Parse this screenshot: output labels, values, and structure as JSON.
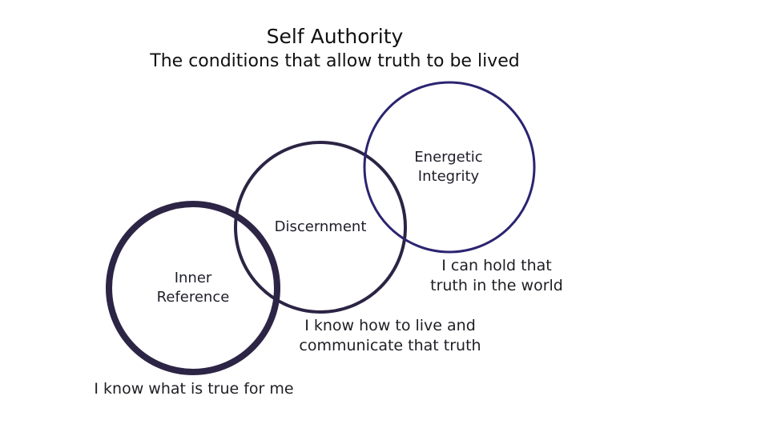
{
  "title": "Self Authority",
  "subtitle": "The conditions that allow truth to be lived",
  "colors": {
    "inner_circle": "#2d2545",
    "middle_circle": "#2c2444",
    "outer_circle": "#2b2470",
    "text": "#1e1e24"
  },
  "circles": [
    {
      "label_lines": [
        "Inner",
        "Reference"
      ],
      "caption": "I know what is true for me"
    },
    {
      "label_lines": [
        "Discernment"
      ],
      "caption_lines": [
        "I know how to live and",
        "communicate that truth"
      ]
    },
    {
      "label_lines": [
        "Energetic",
        "Integrity"
      ],
      "caption_lines": [
        "I can hold that",
        "truth in the world"
      ]
    }
  ]
}
